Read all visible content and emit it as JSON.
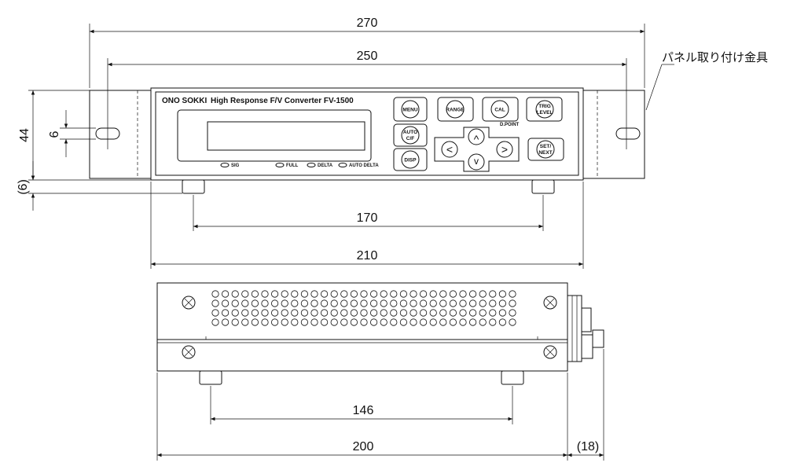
{
  "dimensions": {
    "bracket_width": "270",
    "hole_pitch": "250",
    "foot_pitch_front": "170",
    "body_width": "210",
    "height": "44",
    "hole_size": "6",
    "foot_height": "(6)",
    "foot_pitch_side": "146",
    "depth": "200",
    "connector_depth": "(18)"
  },
  "callout": "パネル取り付け金具",
  "panel": {
    "brand": "ONO SOKKI",
    "model": "High Response F/V Converter FV-1500",
    "indicators": [
      "SIG",
      "FULL",
      "DELTA",
      "AUTO DELTA"
    ],
    "buttons": {
      "menu": "MENU",
      "range": "RANGE",
      "cal": "CAL",
      "trig_1": "TRIG",
      "trig_2": "LEVEL",
      "auto_1": "AUTO",
      "auto_2": "C/F",
      "disp": "DISP",
      "set_1": "SET/",
      "set_2": "NEXT",
      "left": "<",
      "right": ">",
      "up": "^",
      "down": "v"
    },
    "cal_sublabel": "D.POINT"
  },
  "colors": {
    "line": "#111111",
    "background": "#ffffff"
  }
}
